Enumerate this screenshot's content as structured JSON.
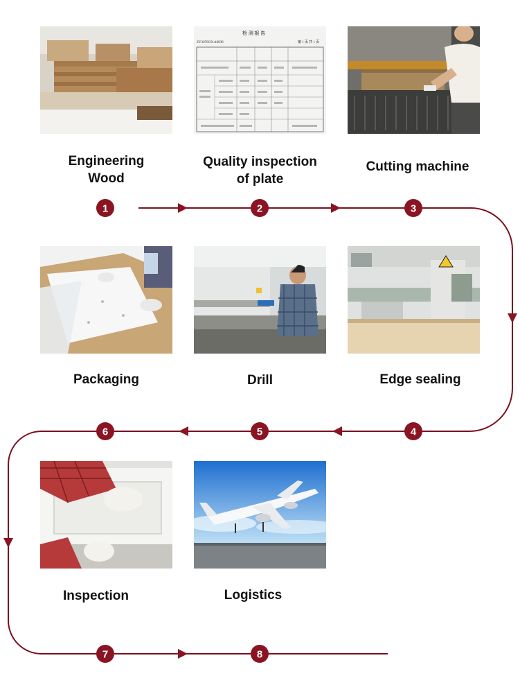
{
  "steps": [
    {
      "number": "1",
      "label": "Engineering\nWood"
    },
    {
      "number": "2",
      "label": "Quality inspection\nof plate"
    },
    {
      "number": "3",
      "label": "Cutting machine"
    },
    {
      "number": "4",
      "label": "Edge sealing"
    },
    {
      "number": "5",
      "label": "Drill"
    },
    {
      "number": "6",
      "label": "Packaging"
    },
    {
      "number": "7",
      "label": "Inspection"
    },
    {
      "number": "8",
      "label": "Logistics"
    }
  ],
  "report_sheet": {
    "title": "检 测 报 告",
    "code": "ZY3078C01A0038",
    "page": "第 1 页 共 1 页"
  },
  "colors": {
    "flow_line": "#7a1020",
    "badge": "#8b1422",
    "text": "#111111"
  }
}
